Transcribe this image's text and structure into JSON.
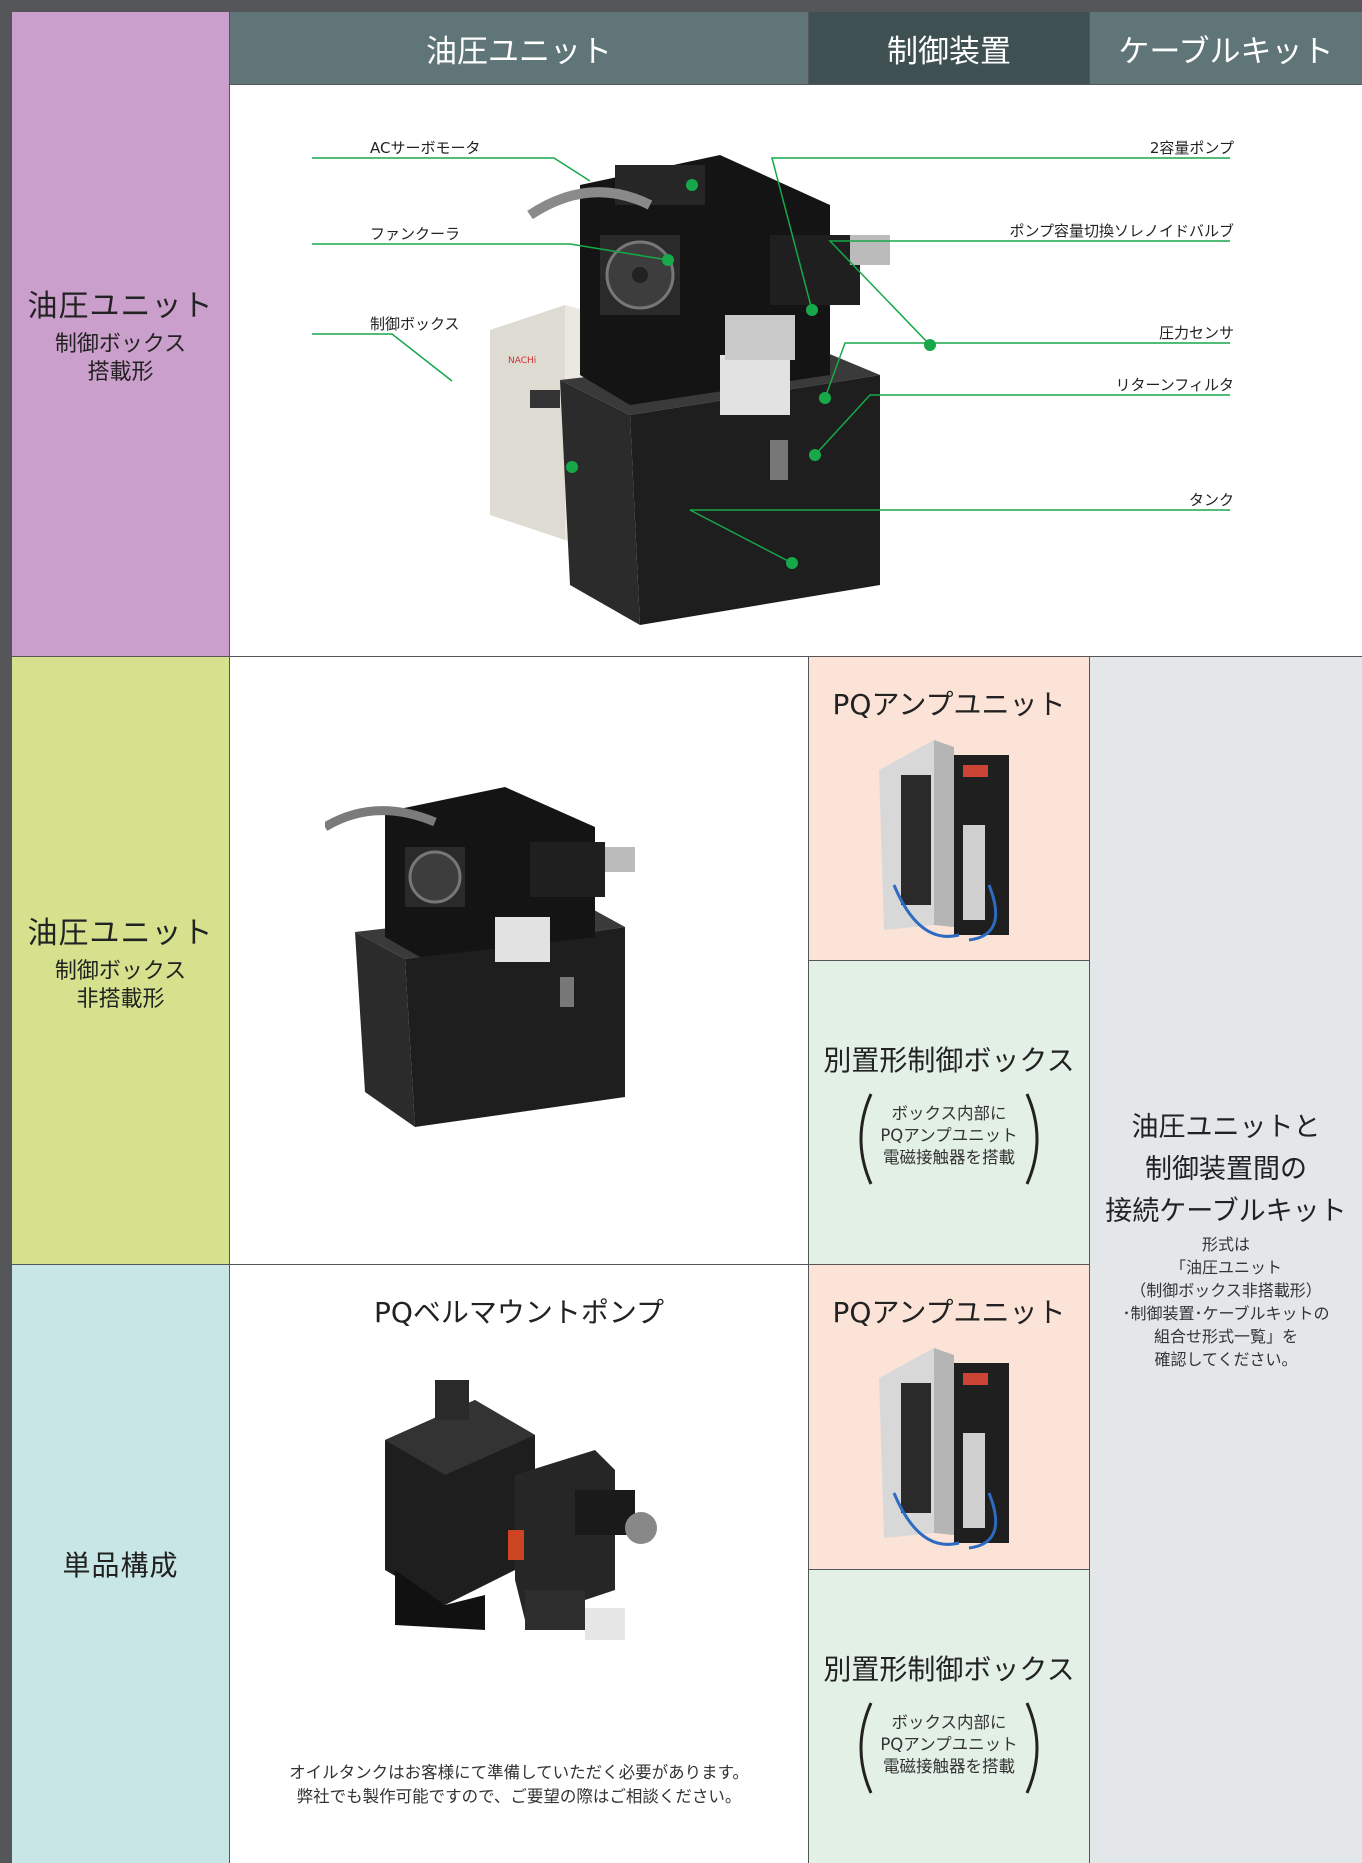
{
  "header": {
    "col_hydraulic": "油圧ユニット",
    "col_control": "制御装置",
    "col_cable": "ケーブルキット"
  },
  "rows": {
    "row1": {
      "main": "油圧ユニット",
      "sub1": "制御ボックス",
      "sub2": "搭載形"
    },
    "row2": {
      "main": "油圧ユニット",
      "sub1": "制御ボックス",
      "sub2": "非搭載形"
    },
    "row3": {
      "main": "単品構成"
    }
  },
  "callouts": {
    "ac_servo_motor": "ACサーボモータ",
    "fan_cooler": "ファンクーラ",
    "control_box": "制御ボックス",
    "two_capacity_pump": "2容量ポンプ",
    "solenoid_valve": "ポンプ容量切換ソレノイドバルブ",
    "pressure_sensor": "圧力センサ",
    "return_filter": "リターンフィルタ",
    "tank": "タンク"
  },
  "control": {
    "amp_unit_title": "PQアンプユニット",
    "separate_box_title": "別置形制御ボックス",
    "box_note_1": "ボックス内部に",
    "box_note_2": "PQアンプユニット",
    "box_note_3": "電磁接触器を搭載"
  },
  "pump": {
    "title": "PQベルマウントポンプ",
    "note_1": "オイルタンクはお客様にて準備していただく必要があります。",
    "note_2": "弊社でも製作可能ですので、ご要望の際はご相談ください。"
  },
  "cable": {
    "title_1": "油圧ユニットと",
    "title_2": "制御装置間の",
    "title_3": "接続ケーブルキット",
    "note_1": "形式は",
    "note_2": "「油圧ユニット",
    "note_3": "（制御ボックス非搭載形）",
    "note_4": "･制御装置･ケーブルキットの",
    "note_5": "組合せ形式一覧」を",
    "note_6": "確認してください。"
  },
  "colors": {
    "header_teal": "#5f7577",
    "header_dark": "#3f5052",
    "row1_purple": "#cb9fcb",
    "row2_green": "#d5e18d",
    "row3_cyan": "#c8e6e5",
    "amp_bg": "#fbe3d8",
    "box_bg": "#e3f0e6",
    "cable_bg": "#e3e7ea",
    "accent_green": "#17a84a"
  }
}
